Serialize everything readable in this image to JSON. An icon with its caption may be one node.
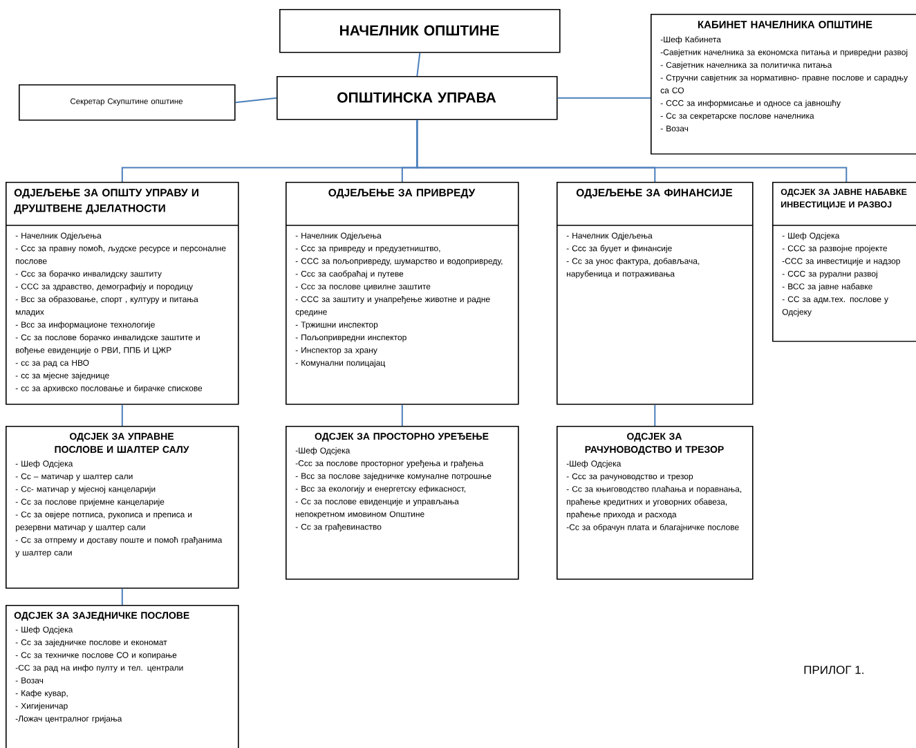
{
  "diagram": {
    "nodes": [
      {
        "text": [
          "НАЧЕЛНИК ОПШТИНЕ"
        ]
      },
      {
        "text": [
          "ОПШТИНСКА УПРАВА"
        ]
      },
      {
        "text": [
          "Секретар Скупштине општине"
        ]
      },
      {
        "text": [
          "КАБИНЕТ НАЧЕЛНИКА ОПШТИНЕ",
          "-Шеф Кабинета",
          "-Савјетник начелника за економска питања и привредни развој",
          "- Савјетник начелника за политичка питања",
          "- Стручни савјетник за нормативно- правне послове и сарадњу са СО",
          "- ССС за информисање и односе са јавношћу",
          "- Сс за секретарске послове начелника",
          "- Возач"
        ]
      },
      {
        "text": [
          "ОДЈЕЉЕЊЕ ЗА ОПШТУ УПРАВУ И ДРУШТВЕНЕ ДЈЕЛАТНОСТИ",
          "- Начелник Одјељења",
          "- Ссс за правну помоћ, људске ресурсе и персоналне послове",
          "- Ссс за борачко инвалидску заштиту",
          "- ССС за здравство, демографију и породицу",
          "- Всс за образовање, спорт , културу и питања младих",
          "- Всс за информационе технологије",
          "- Сс за послове борачко инвалидске заштите и вођење евиденције о РВИ, ППБ И ЦЖР",
          "- сс за рад са НВО",
          "- сс за мјесне заједнице",
          "- сс за архивско пословање и бирачке спискове"
        ]
      },
      {
        "text": [
          "ОДЈЕЉЕЊЕ ЗА ПРИВРЕДУ",
          "- Начелник Одјељења",
          "- Ссс за привреду и предузетништво,",
          "- ССС за пољопривреду, шумарство и водопривреду,",
          "- Ссс за саобраћај и путеве",
          "- Ссс за послове цивилне заштите",
          "- ССС за заштиту и унапређење животне и радне средине",
          "- Тржишни инспектор",
          "- Пољопривредни инспектор",
          "- Инспектор за храну",
          "- Комунални полицајац"
        ]
      },
      {
        "text": [
          "ОДЈЕЉЕЊЕ ЗА ФИНАНСИЈЕ",
          "- Начелник Одјељења",
          "- Ссс за буџет и финансије",
          "- Сс за унос фактура, добављача, нарубеница и потраживања"
        ]
      },
      {
        "text": [
          "ОДСЈЕК ЗА ЈАВНЕ НАБАВКЕ ИНВЕСТИЦИЈЕ И РАЗВОЈ",
          "- Шеф Одсјека",
          "- ССС за развојне пројекте",
          "-ССС за инвестиције и надзор",
          "- ССС за рурални развој",
          "- ВСС за јавне набавке",
          "- СС за адм.тех. послове у Одсјеку"
        ]
      },
      {
        "text": [
          "ОДСЈЕК ЗА УПРАВНЕ ПОСЛОВЕ И ШАЛТЕР САЛУ",
          "- Шеф Одсјека",
          "- Сс – матичар у шалтер сали",
          "- Сс- матичар у мјесној канцеларији",
          "- Сс за послове пријемне канцеларије",
          "- Сс за овјере потписа, рукописа и преписа и резервни матичар у шалтер сали",
          "- Сс за отпрему и доставу поште и помоћ грађанима у шалтер сали"
        ]
      },
      {
        "text": [
          "ОДСЈЕК ЗА ПРОСТОРНО УРЕЂЕЊЕ",
          "-Шеф Одсјека",
          "-Ссс за послове просторног уређења и грађења",
          "- Всс за послове заједничке комуналне потрошње",
          "- Всс за екологију и енергетску ефикасност,",
          "- Сс за послове евиденције и управљања непокретном имовином Општине",
          "- Сс за грађевинаство"
        ]
      },
      {
        "text": [
          "ОДСЈЕК ЗА РАЧУНОВОДСТВО И ТРЕЗОР",
          "-Шеф Одсјека",
          "- Ссс за рачуноводство и трезор",
          "- Сс за књиговодство плаћања и поравнања, праћење кредитних и уговорних обавеза, праћење прихода и расхода",
          "-Сс за обрачун плата и благајничке послове"
        ]
      },
      {
        "text": [
          "ОДСЈЕК ЗА ЗАЈЕДНИЧКЕ ПОСЛОВЕ",
          "- Шеф Одсјека",
          "- Сс за заједничке послове и економат",
          "- Сс за техничке послове СО и копирање",
          "-СС за рад на инфо пулту и тел. централи",
          "- Возач",
          "- Кафе кувар,",
          "- Хигијеничар",
          "-Ложач централног гријања"
        ]
      }
    ],
    "edges": [
      {
        "from": 0,
        "to": 1,
        "arrow": "none"
      },
      {
        "from": 2,
        "to": 1,
        "arrow": "none"
      },
      {
        "from": 1,
        "to": 3,
        "arrow": "none"
      },
      {
        "from": 1,
        "to": 4,
        "arrow": "none"
      },
      {
        "from": 1,
        "to": 5,
        "arrow": "none"
      },
      {
        "from": 1,
        "to": 6,
        "arrow": "none"
      },
      {
        "from": 1,
        "to": 7,
        "arrow": "none"
      },
      {
        "from": 4,
        "to": 8,
        "arrow": "none"
      },
      {
        "from": 5,
        "to": 9,
        "arrow": "none"
      },
      {
        "from": 6,
        "to": 10,
        "arrow": "none"
      },
      {
        "from": 8,
        "to": 11,
        "arrow": "none"
      }
    ],
    "labels": [
      "ПРИЛОГ 1."
    ]
  }
}
